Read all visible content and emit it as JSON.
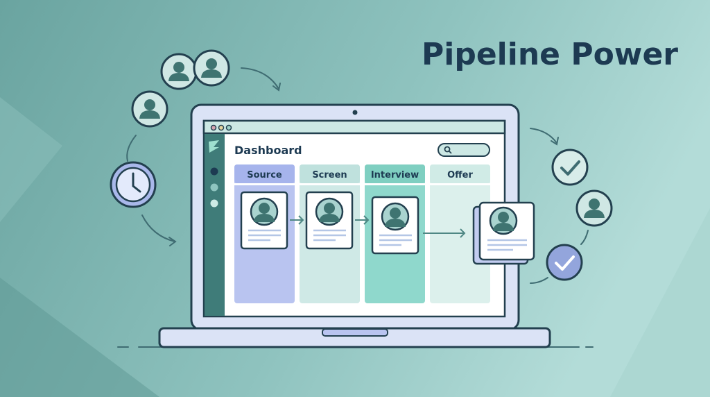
{
  "title": "Pipeline Power",
  "dashboard": {
    "heading": "Dashboard",
    "search_icon": "search-icon",
    "columns": [
      {
        "label": "Source",
        "color": "#b9c4f0"
      },
      {
        "label": "Screen",
        "color": "#c8e6e3"
      },
      {
        "label": "Interview",
        "color": "#8fd8cc"
      },
      {
        "label": "Offer",
        "color": "#dcf0ec"
      }
    ]
  },
  "colors": {
    "outline": "#23404f",
    "title": "#1d3a52",
    "sidebar": "#3f7c79",
    "avatar": "#4f8784"
  }
}
